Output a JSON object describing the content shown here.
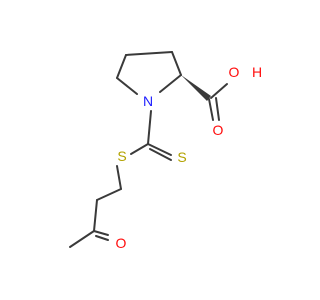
{
  "molecule": {
    "atoms": {
      "nitrogen": {
        "label": "N",
        "color": "#2020ff"
      },
      "oxygen_hydroxyl": {
        "label": "O",
        "color": "#ff0d0d"
      },
      "hydrogen_hydroxyl": {
        "label": "H",
        "color": "#ff0d0d"
      },
      "oxygen_carbonyl_acid": {
        "label": "O",
        "color": "#ff0d0d"
      },
      "sulfur_thione": {
        "label": "S",
        "color": "#b2a200"
      },
      "sulfur_thioether": {
        "label": "S",
        "color": "#b2a200"
      },
      "oxygen_ketone": {
        "label": "O",
        "color": "#ff0d0d"
      }
    },
    "bond_color": "#3a3a3a"
  }
}
